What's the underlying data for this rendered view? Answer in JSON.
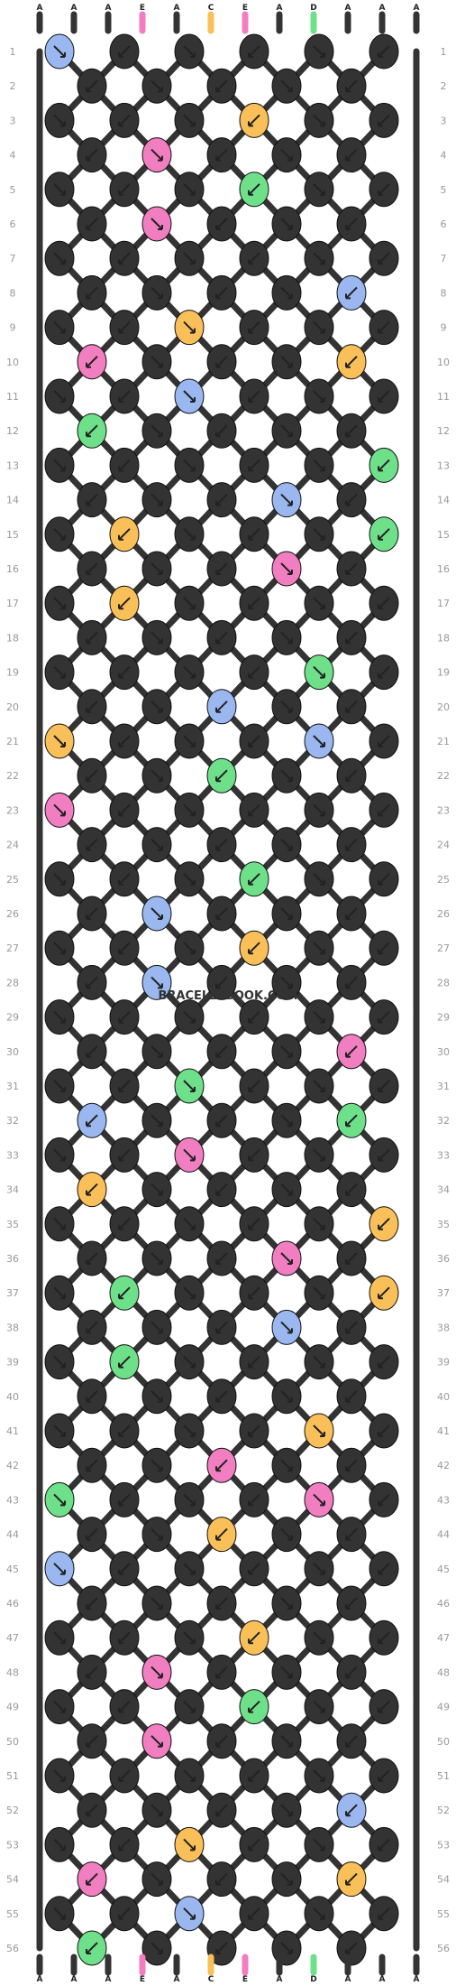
{
  "watermark": "BRACELETBOOK.COM",
  "strings": {
    "top_labels": [
      "A",
      "A",
      "A",
      "E",
      "A",
      "C",
      "E",
      "A",
      "D",
      "A",
      "A",
      "A"
    ],
    "bottom_labels": [
      "A",
      "A",
      "A",
      "E",
      "A",
      "C",
      "E",
      "A",
      "D",
      "A",
      "A",
      "A"
    ]
  },
  "row_numbers": [
    "1",
    "2",
    "3",
    "4",
    "5",
    "6",
    "7",
    "8",
    "9",
    "10",
    "11",
    "12",
    "13",
    "14",
    "15",
    "16",
    "17",
    "18",
    "19",
    "20",
    "21",
    "22",
    "23",
    "24",
    "25",
    "26",
    "27",
    "28",
    "29",
    "30",
    "31",
    "32",
    "33",
    "34",
    "35",
    "36",
    "37",
    "38",
    "39",
    "40",
    "41",
    "42",
    "43",
    "44",
    "45",
    "46",
    "47",
    "48",
    "49",
    "50",
    "51",
    "52",
    "53",
    "54",
    "55",
    "56"
  ],
  "colors": {
    "A": "#333333",
    "C": "#f9c05a",
    "D": "#6fe08a",
    "E": "#f07ec0",
    "blue": "#9ab8ef",
    "label_grey": "#999999"
  },
  "knot_colors": {
    "codes": [
      "A",
      "A",
      "A",
      "E",
      "A",
      "C",
      "E",
      "A",
      "D",
      "A",
      "A",
      "A"
    ],
    "legend": "Codes A, C, D, E as printed under each string"
  }
}
